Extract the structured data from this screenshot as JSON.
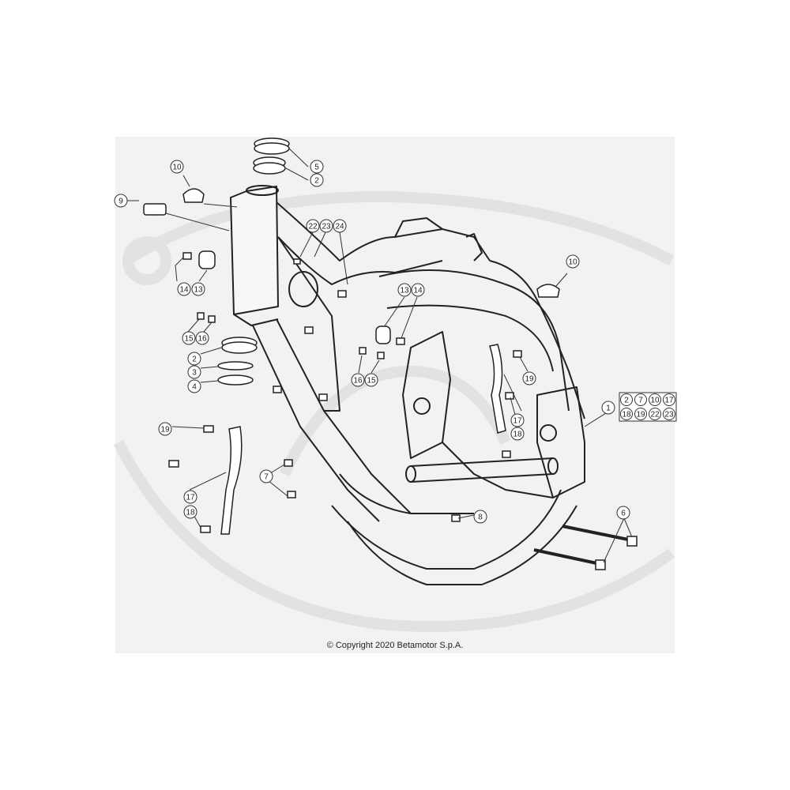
{
  "diagram": {
    "callouts": [
      {
        "id": "c5",
        "label": "5"
      },
      {
        "id": "c2a",
        "label": "2"
      },
      {
        "id": "c10a",
        "label": "10"
      },
      {
        "id": "c9",
        "label": "9"
      },
      {
        "id": "c22",
        "label": "22"
      },
      {
        "id": "c23",
        "label": "23"
      },
      {
        "id": "c24",
        "label": "24"
      },
      {
        "id": "c14a",
        "label": "14"
      },
      {
        "id": "c13a",
        "label": "13"
      },
      {
        "id": "c13b",
        "label": "13"
      },
      {
        "id": "c14b",
        "label": "14"
      },
      {
        "id": "c10b",
        "label": "10"
      },
      {
        "id": "c15a",
        "label": "15"
      },
      {
        "id": "c16a",
        "label": "16"
      },
      {
        "id": "c2b",
        "label": "2"
      },
      {
        "id": "c3",
        "label": "3"
      },
      {
        "id": "c4",
        "label": "4"
      },
      {
        "id": "c16b",
        "label": "16"
      },
      {
        "id": "c15b",
        "label": "15"
      },
      {
        "id": "c19a",
        "label": "19"
      },
      {
        "id": "c1",
        "label": "1"
      },
      {
        "id": "c17a",
        "label": "17"
      },
      {
        "id": "c18a",
        "label": "18"
      },
      {
        "id": "c19b",
        "label": "19"
      },
      {
        "id": "c7",
        "label": "7"
      },
      {
        "id": "c17b",
        "label": "17"
      },
      {
        "id": "c18b",
        "label": "18"
      },
      {
        "id": "c8",
        "label": "8"
      },
      {
        "id": "c6",
        "label": "6"
      }
    ],
    "kit_items": [
      "2",
      "7",
      "10",
      "17",
      "18",
      "19",
      "22",
      "23"
    ]
  },
  "footer": {
    "copyright": "© Copyright 2020 Betamotor S.p.A."
  },
  "colors": {
    "panel": "#f2f2f2",
    "line": "#222222",
    "callout_fill": "#ffffff",
    "watermark": "#e2e2e2"
  }
}
